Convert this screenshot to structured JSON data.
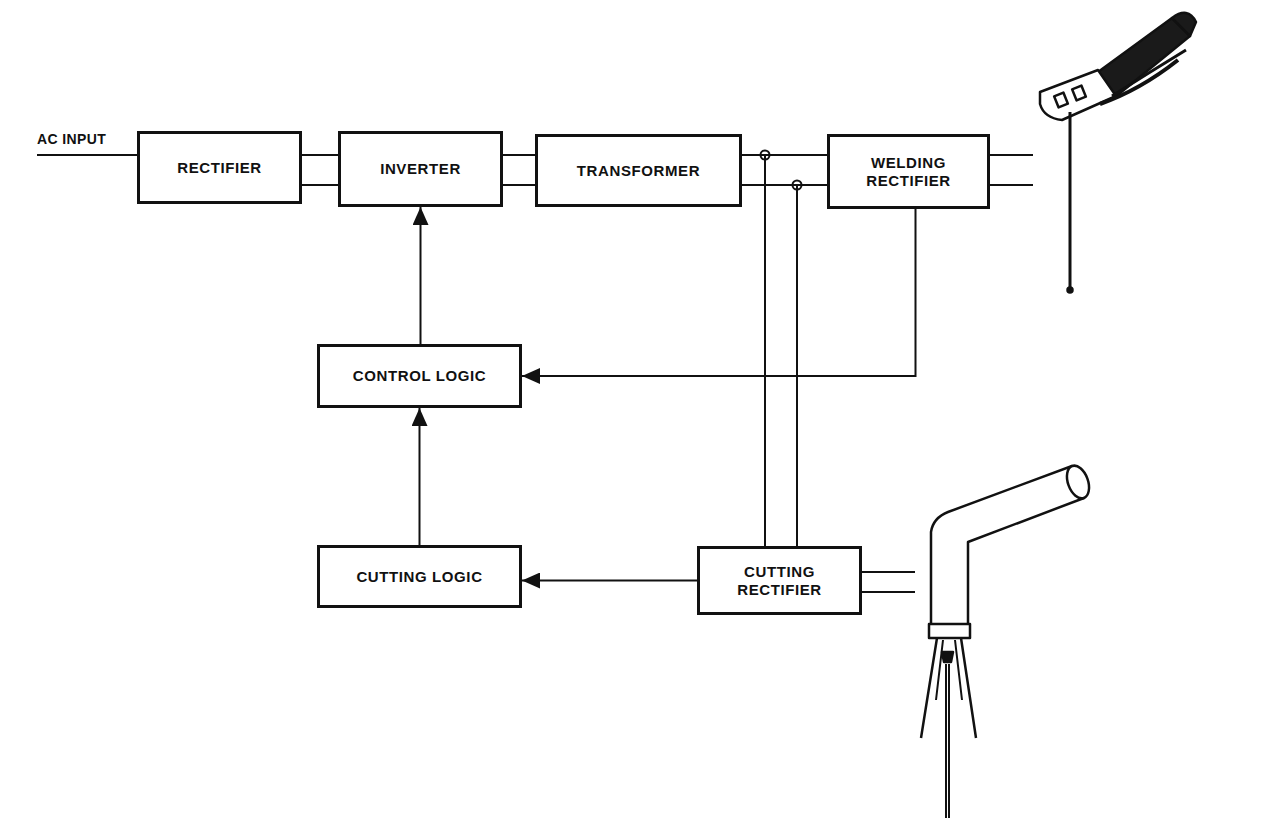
{
  "diagram": {
    "nodes": [
      {
        "text": [
          "RECTIFIER"
        ]
      },
      {
        "text": [
          "INVERTER"
        ]
      },
      {
        "text": [
          "TRANSFORMER"
        ]
      },
      {
        "text": [
          "WELDING RECTIFIER"
        ]
      },
      {
        "text": [
          "CONTROL LOGIC"
        ]
      },
      {
        "text": [
          "CUTTING LOGIC"
        ]
      },
      {
        "text": [
          "CUTTING RECTIFIER"
        ]
      }
    ],
    "edges": [
      {
        "from": 0,
        "to": 1,
        "arrow": "none"
      },
      {
        "from": 1,
        "to": 2,
        "arrow": "none"
      },
      {
        "from": 2,
        "to": 3,
        "arrow": "none"
      },
      {
        "from": 2,
        "to": 6,
        "arrow": "none"
      },
      {
        "from": 3,
        "to": 4,
        "arrow": "to"
      },
      {
        "from": 4,
        "to": 1,
        "arrow": "to"
      },
      {
        "from": 5,
        "to": 4,
        "arrow": "to"
      },
      {
        "from": 6,
        "to": 5,
        "arrow": "to"
      }
    ],
    "labels": [
      "AC INPUT"
    ]
  }
}
